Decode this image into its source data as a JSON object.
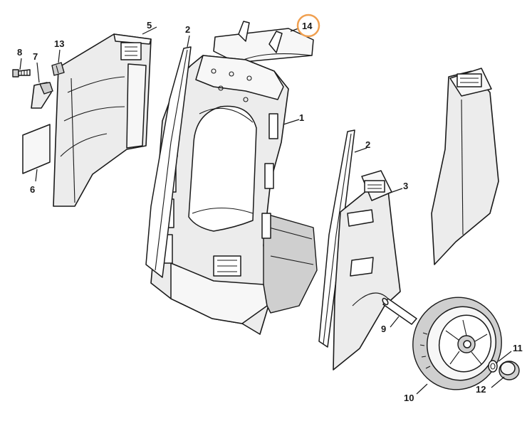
{
  "diagram": {
    "type": "exploded-parts-view",
    "highlighted_part": "14",
    "highlight_color": "#f0a050",
    "callouts": [
      {
        "id": "c1",
        "label": "1"
      },
      {
        "id": "c2a",
        "label": "2"
      },
      {
        "id": "c2b",
        "label": "2"
      },
      {
        "id": "c3",
        "label": "3"
      },
      {
        "id": "c5",
        "label": "5"
      },
      {
        "id": "c6",
        "label": "6"
      },
      {
        "id": "c7",
        "label": "7"
      },
      {
        "id": "c8",
        "label": "8"
      },
      {
        "id": "c9",
        "label": "9"
      },
      {
        "id": "c10",
        "label": "10"
      },
      {
        "id": "c11",
        "label": "11"
      },
      {
        "id": "c12",
        "label": "12"
      },
      {
        "id": "c13",
        "label": "13"
      },
      {
        "id": "c14",
        "label": "14"
      }
    ]
  }
}
